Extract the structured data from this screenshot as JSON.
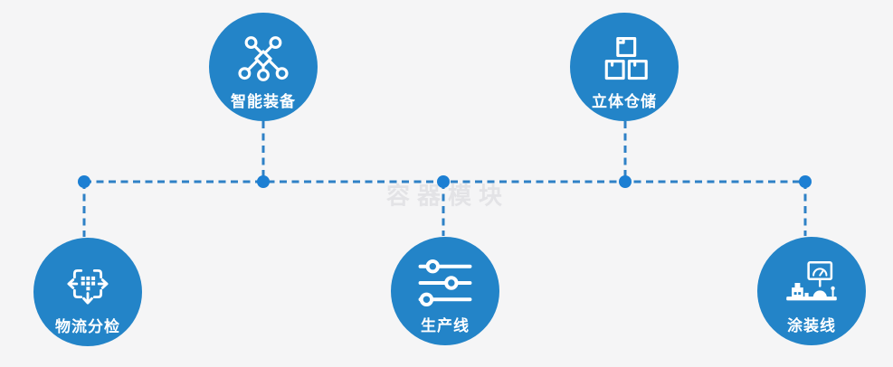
{
  "page": {
    "background": "#f5f5f6"
  },
  "watermark": {
    "text": "容器模块",
    "color": "#e3e3e6"
  },
  "colors": {
    "node_fill": "#2384c8",
    "connector": "#2e81c6",
    "dot": "#1c7fd3",
    "label_color": "#ffffff"
  },
  "nodes": [
    {
      "id": "smart-equipment",
      "label": "智能装备",
      "icon": "network-nodes-icon",
      "position": "top-left"
    },
    {
      "id": "stereo-warehouse",
      "label": "立体仓储",
      "icon": "stacked-boxes-icon",
      "position": "top-right"
    },
    {
      "id": "logistics-sorting",
      "label": "物流分检",
      "icon": "sort-arrows-icon",
      "position": "bottom-left"
    },
    {
      "id": "production-line",
      "label": "生产线",
      "icon": "sliders-icon",
      "position": "bottom-center"
    },
    {
      "id": "painting-line",
      "label": "涂装线",
      "icon": "machine-monitor-icon",
      "position": "bottom-right"
    }
  ]
}
